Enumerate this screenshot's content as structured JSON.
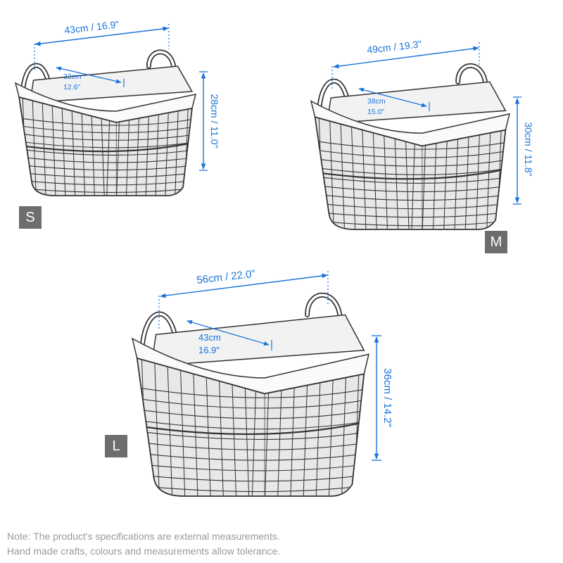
{
  "baskets": {
    "small": {
      "size_label": "S",
      "width_label": "43cm / 16.9\"",
      "depth_label_cm": "32cm",
      "depth_label_in": "12.6\"",
      "height_label": "28cm / 11.0\""
    },
    "medium": {
      "size_label": "M",
      "width_label": "49cm / 19.3\"",
      "depth_label_cm": "38cm",
      "depth_label_in": "15.0\"",
      "height_label": "30cm / 11.8\""
    },
    "large": {
      "size_label": "L",
      "width_label": "56cm / 22.0\"",
      "depth_label_cm": "43cm",
      "depth_label_in": "16.9\"",
      "height_label": "36cm / 14.2\""
    }
  },
  "note": {
    "line1": "Note: The product's specifications are external measurements.",
    "line2": "Hand made crafts, colours and measurements allow tolerance."
  },
  "colors": {
    "dimension": "#1a73d9",
    "badge": "#6d6d6d",
    "note": "#9a9a9a",
    "outline": "#333333"
  }
}
